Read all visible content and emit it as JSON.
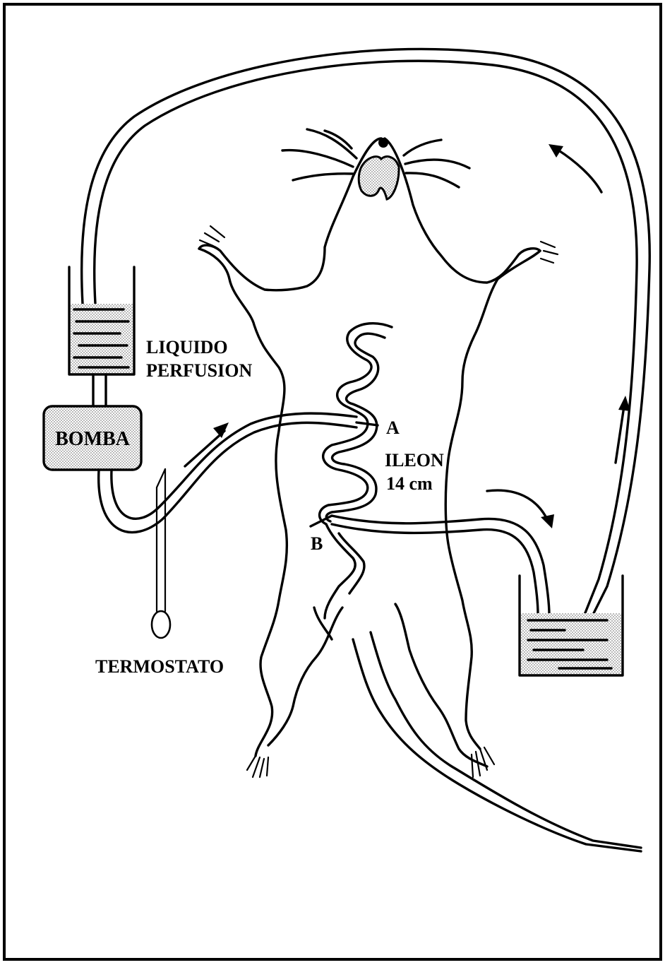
{
  "labels": {
    "liquid_line1": "LIQUIDO",
    "liquid_line2": "PERFUSION",
    "pump": "BOMBA",
    "point_a": "A",
    "ileum": "ILEON",
    "length": "14 cm",
    "point_b": "B",
    "thermostat": "TERMOSTATO"
  },
  "colors": {
    "ink": "#000000",
    "stipple": "#bdbdbd",
    "background": "#ffffff"
  }
}
